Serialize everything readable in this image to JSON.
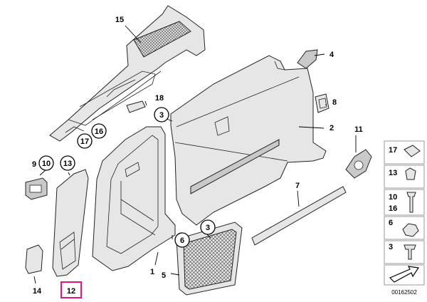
{
  "diagram": {
    "labels": {
      "l1": "1",
      "l2": "2",
      "l3a": "3",
      "l3b": "3",
      "l4": "4",
      "l5": "5",
      "l6": "6",
      "l7": "7",
      "l8": "8",
      "l9": "9",
      "l10": "10",
      "l11": "11",
      "l12": "12",
      "l13": "13",
      "l14": "14",
      "l15": "15",
      "l16": "16",
      "l17": "17",
      "l18": "18"
    },
    "side_panel": {
      "s17": "17",
      "s13": "13",
      "s10": "10",
      "s16": "16",
      "s6": "6",
      "s3": "3"
    },
    "document_number": "00162502",
    "highlight_color": "#e0177a"
  }
}
